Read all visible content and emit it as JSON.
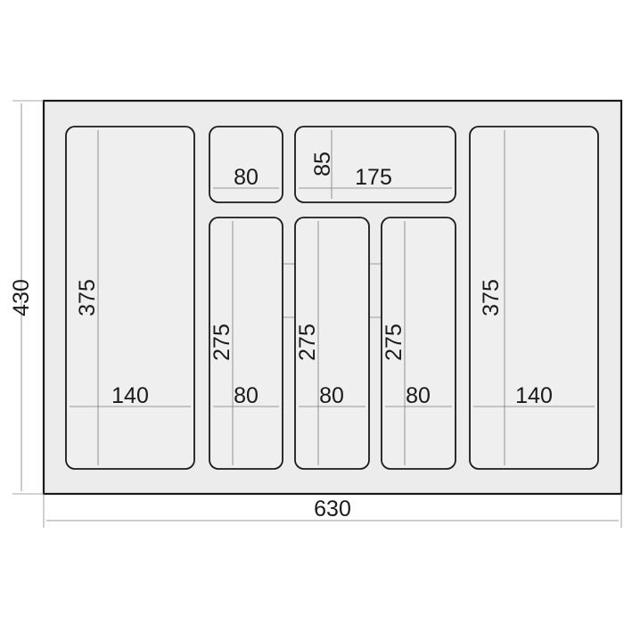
{
  "overall": {
    "width_label": "630",
    "height_label": "430"
  },
  "compartments": [
    {
      "name": "left-large",
      "width_label": "140",
      "height_label": "375"
    },
    {
      "name": "top-small",
      "width_label": "80"
    },
    {
      "name": "top-wide",
      "width_label": "175",
      "height_label": "85"
    },
    {
      "name": "mid-1",
      "width_label": "80",
      "height_label": "275"
    },
    {
      "name": "mid-2",
      "width_label": "80",
      "height_label": "275"
    },
    {
      "name": "mid-3",
      "width_label": "80",
      "height_label": "275"
    },
    {
      "name": "right-large",
      "width_label": "140",
      "height_label": "375"
    }
  ]
}
